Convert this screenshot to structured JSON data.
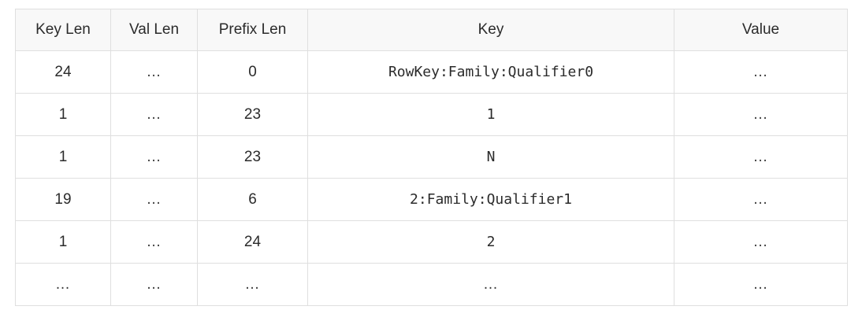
{
  "table": {
    "columns": [
      "Key Len",
      "Val Len",
      "Prefix Len",
      "Key",
      "Value"
    ],
    "rows": [
      {
        "key_len": "24",
        "val_len": "…",
        "prefix_len": "0",
        "key": "RowKey:Family:Qualifier0",
        "value": "…"
      },
      {
        "key_len": "1",
        "val_len": "…",
        "prefix_len": "23",
        "key": "1",
        "value": "…"
      },
      {
        "key_len": "1",
        "val_len": "…",
        "prefix_len": "23",
        "key": "N",
        "value": "…"
      },
      {
        "key_len": "19",
        "val_len": "…",
        "prefix_len": "6",
        "key": "2:Family:Qualifier1",
        "value": "…"
      },
      {
        "key_len": "1",
        "val_len": "…",
        "prefix_len": "24",
        "key": "2",
        "value": "…"
      },
      {
        "key_len": "…",
        "val_len": "…",
        "prefix_len": "…",
        "key": "…",
        "value": "…"
      }
    ]
  },
  "colors": {
    "header_background": "#f8f8f8",
    "border": "#dfdfdf",
    "text": "#2b2b2b",
    "cell_background": "#ffffff"
  }
}
